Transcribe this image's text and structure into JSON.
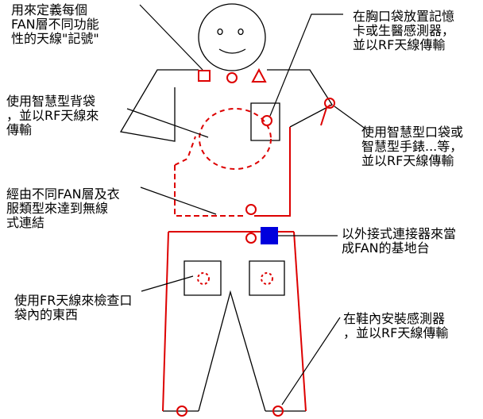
{
  "colors": {
    "line": "#000000",
    "accent": "#dd0000",
    "connector": "#0000dd"
  },
  "labels": {
    "fan_layer": "用來定義每個\nFAN層不同功能\n性的天線\"記號\"",
    "smart_backpack": "使用智慧型背袋\n，並以RF天線來\n傳輸",
    "fan_connect": "經由不同FAN層及衣\n服類型來達到無線\n式連結",
    "rf_pocket": "使用FR天線來檢查口\n袋內的東西",
    "chest_pocket": "在胸口袋放置記憶\n卡或生醫感測器，\n並以RF天線傳輸",
    "smart_pocket_watch": "使用智慧型口袋或\n智慧型手錶...等，\n並以RF天線傳輸",
    "external_connector": "以外接式連接器來當\n成FAN的基地台",
    "shoe_sensor": "在鞋內安裝感測器\n，並以RF天線傳輸"
  }
}
